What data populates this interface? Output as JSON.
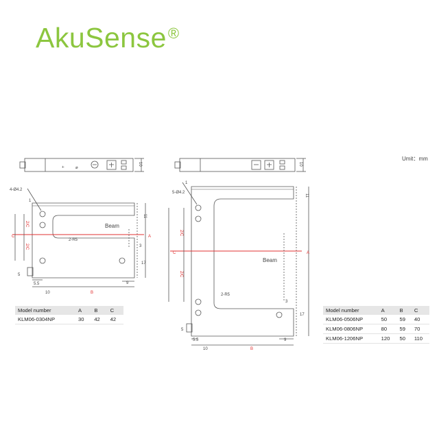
{
  "brand": {
    "name": "AkuSense",
    "registered": "®"
  },
  "unit_label": "Umit：mm",
  "left_drawing": {
    "holes": "4-Ø4.2",
    "beam": "Beam",
    "radius": "2-R5",
    "dims": {
      "d1": "1",
      "d11": "11",
      "dA": "A",
      "dC": "C",
      "dB": "B",
      "d10": "10",
      "d55": "5.5",
      "d9": "9",
      "d3": "3",
      "d17": "17",
      "d5": "5",
      "half_c1": "2/C",
      "half_c2": "2/C",
      "top10": "10"
    }
  },
  "right_drawing": {
    "holes": "5-Ø4.2",
    "beam": "Beam",
    "radius": "2-R5",
    "dims": {
      "d1": "1",
      "d11": "11",
      "dA": "A",
      "dC": "C",
      "dB": "B",
      "d10": "10",
      "d55": "5.5",
      "d9": "9",
      "d3": "3",
      "d17": "17",
      "d5": "5",
      "half_c1": "2/C",
      "half_c2": "2/C",
      "top10": "10"
    }
  },
  "table_left": {
    "headers": [
      "Model number",
      "A",
      "B",
      "C"
    ],
    "rows": [
      [
        "KLM06-0304NP",
        "30",
        "42",
        "42"
      ]
    ]
  },
  "table_right": {
    "headers": [
      "Model number",
      "A",
      "B",
      "C"
    ],
    "rows": [
      [
        "KLM06-0506NP",
        "50",
        "59",
        "40"
      ],
      [
        "KLM06-0806NP",
        "80",
        "59",
        "70"
      ],
      [
        "KLM06-1206NP",
        "120",
        "50",
        "110"
      ]
    ]
  }
}
